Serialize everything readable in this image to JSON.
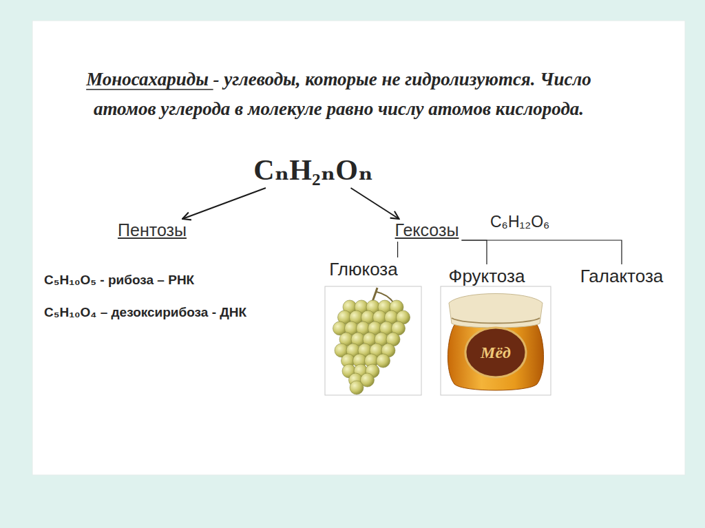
{
  "diagram": {
    "title": "Моносахариды - углеводы, которые не гидролизуются. Число атомов углерода в молекуле равно числу атомов кислорода.",
    "nodes": [
      {
        "text": [
          "CₙH₂ₙOₙ"
        ]
      },
      {
        "text": [
          "Пентозы"
        ]
      },
      {
        "text": [
          "Гексозы"
        ]
      },
      {
        "text": [
          "Глюкоза"
        ]
      },
      {
        "text": [
          "Фруктоза"
        ]
      },
      {
        "text": [
          "Галактоза"
        ]
      }
    ],
    "edges": [
      {
        "from": 0,
        "to": 1,
        "arrow": "to"
      },
      {
        "from": 0,
        "to": 2,
        "arrow": "to"
      },
      {
        "from": 2,
        "to": 3,
        "arrow": "none"
      },
      {
        "from": 2,
        "to": 4,
        "arrow": "none"
      },
      {
        "from": 2,
        "to": 5,
        "arrow": "none"
      }
    ],
    "labels": [
      "C₆H₁₂O₆",
      "C₅H₁₀O₅ - рибоза – РНК",
      "C₅H₁₀O₄ – дезоксирибоза - ДНК",
      "Мёд"
    ]
  }
}
